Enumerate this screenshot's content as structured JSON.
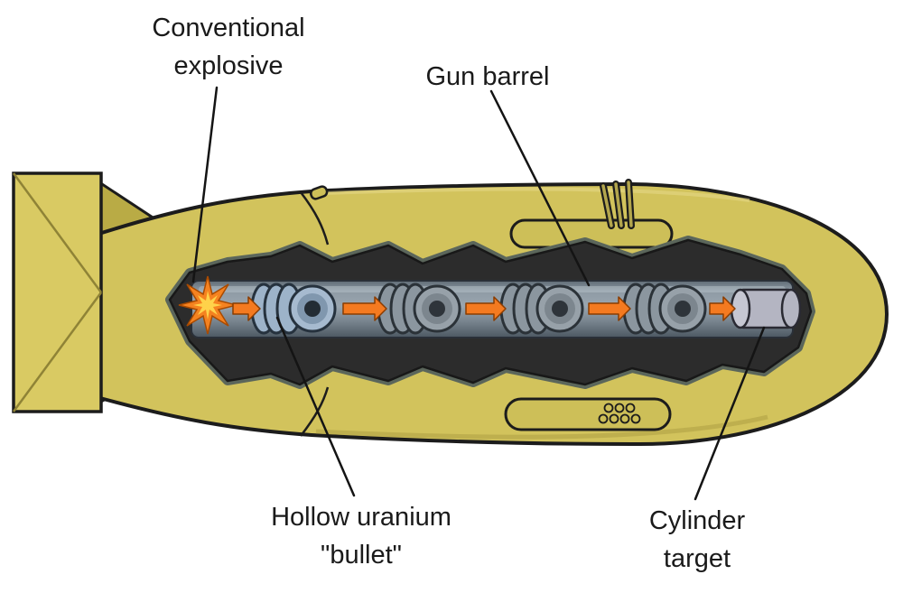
{
  "labels": {
    "conventional_explosive": {
      "line1": "Conventional",
      "line2": "explosive"
    },
    "gun_barrel": {
      "line1": "Gun barrel"
    },
    "hollow_uranium_bullet": {
      "line1": "Hollow uranium",
      "line2": "\"bullet\""
    },
    "cylinder_target": {
      "line1": "Cylinder",
      "line2": "target"
    }
  },
  "colors": {
    "background": "#ffffff",
    "casing": "#d2c35c",
    "casing_front_face": "#d9ca63",
    "casing_side": "#b9ab45",
    "interior": "#2c2c2c",
    "interior_rim": "#5b665b",
    "barrel_mid": "#97a3ad",
    "explosion_outer": "#f58220",
    "explosion_inner": "#ffd24a",
    "bullet_ring": "#9db3c9",
    "hoop_ring": "#8b969f",
    "target_body": "#b4b5c2",
    "arrow": "#f47a20",
    "outline": "#1c1c1c",
    "label_text": "#1a1a1a"
  }
}
